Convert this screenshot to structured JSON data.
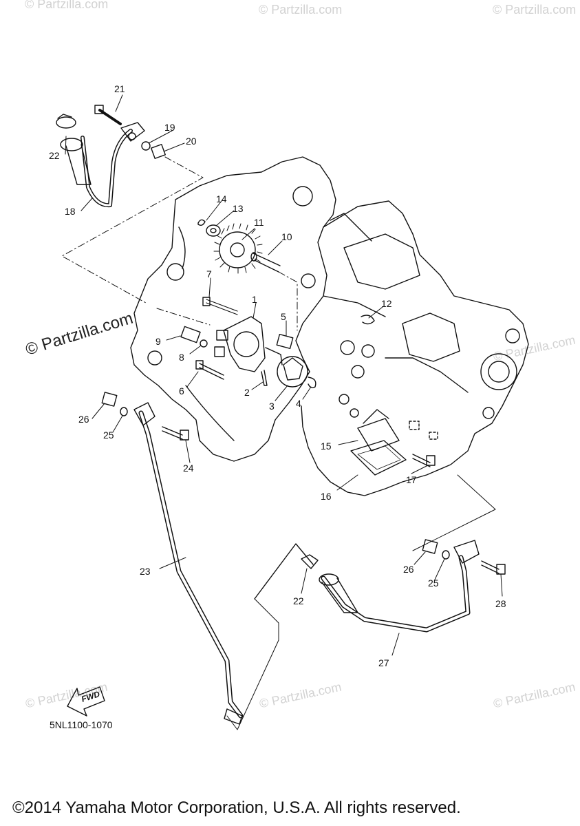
{
  "diagram": {
    "part_numbers": [
      "1",
      "2",
      "3",
      "4",
      "5",
      "6",
      "7",
      "8",
      "9",
      "10",
      "11",
      "12",
      "13",
      "14",
      "15",
      "16",
      "17",
      "18",
      "19",
      "20",
      "21",
      "22",
      "22",
      "23",
      "24",
      "25",
      "25",
      "26",
      "26",
      "27",
      "28"
    ],
    "fwd_label": "FWD",
    "diagram_code": "5NL1100-1070",
    "copyright": "©2014 Yamaha Motor Corporation, U.S.A. All rights reserved."
  },
  "watermark": {
    "main": "© Partzilla.com",
    "faint": "© Partzilla.com"
  },
  "colors": {
    "line": "#111111",
    "watermark": "#d2d2d2"
  }
}
